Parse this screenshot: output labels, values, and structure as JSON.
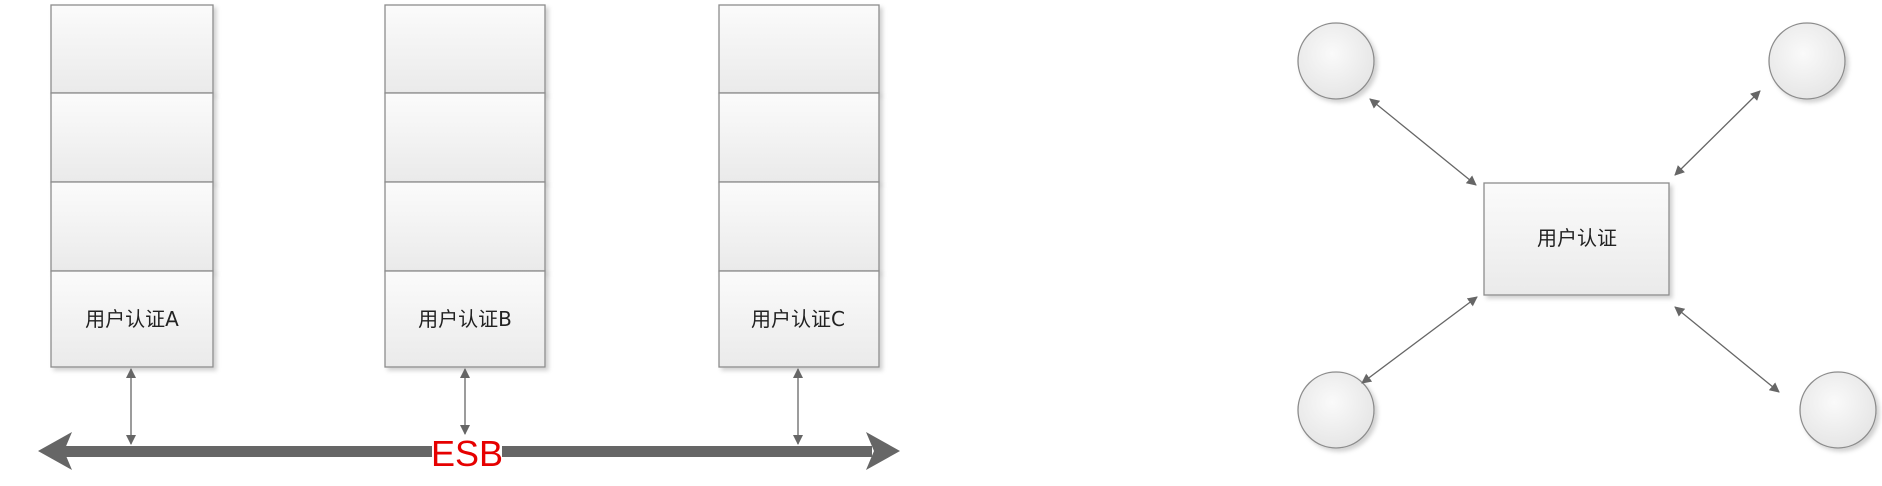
{
  "left_diagram": {
    "stacks": [
      {
        "label": "用户认证A"
      },
      {
        "label": "用户认证B"
      },
      {
        "label": "用户认证C"
      }
    ],
    "bus_label": "ESB"
  },
  "right_diagram": {
    "center_label": "用户认证"
  },
  "colors": {
    "box_fill_top": "#fafafa",
    "box_fill_bottom": "#ececec",
    "box_stroke": "#8c8c8c",
    "bus": "#666666",
    "arrow": "#666666",
    "esb_text": "#e60000"
  }
}
